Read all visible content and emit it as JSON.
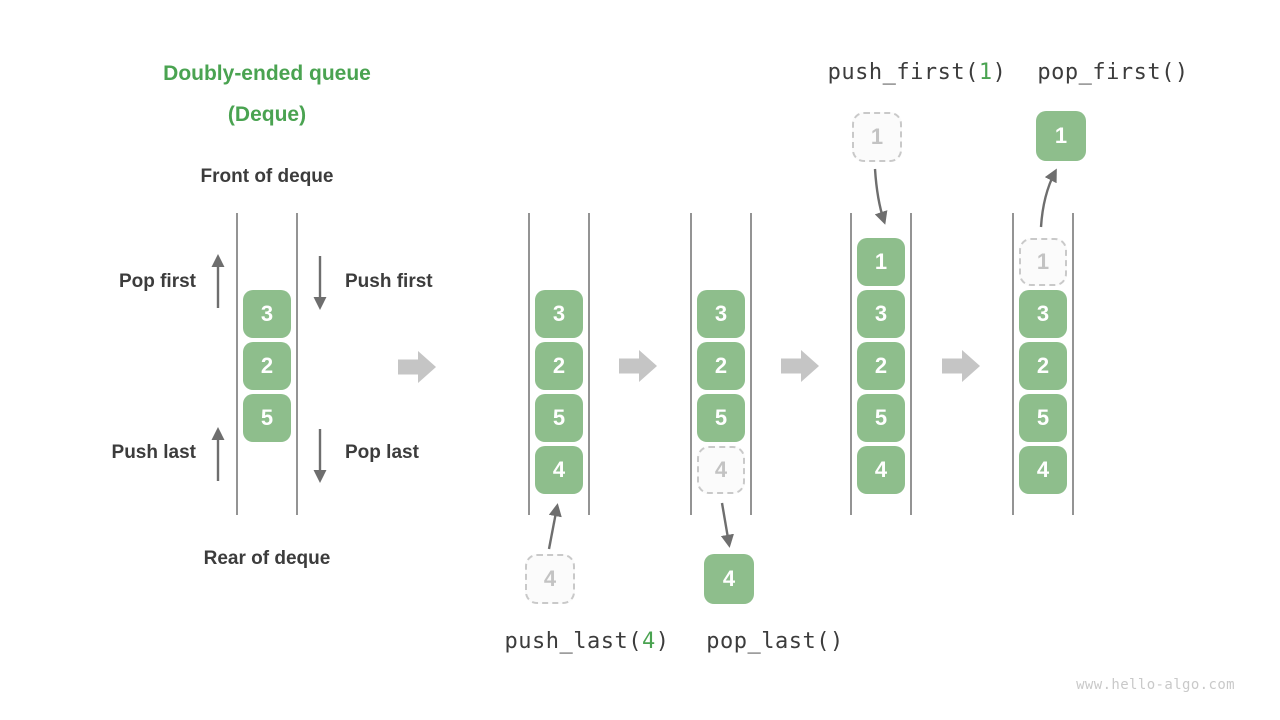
{
  "title": {
    "line1": "Doubly-ended queue",
    "line2": "(Deque)"
  },
  "front_label": "Front of deque",
  "rear_label": "Rear of deque",
  "side_ops": {
    "pop_first": "Pop first",
    "push_first": "Push first",
    "push_last": "Push last",
    "pop_last": "Pop last"
  },
  "code_ops": {
    "push_first": {
      "pre": "push_first(",
      "arg": "1",
      "post": ")"
    },
    "pop_first": {
      "text": "pop_first()"
    },
    "push_last": {
      "pre": "push_last(",
      "arg": "4",
      "post": ")"
    },
    "pop_last": {
      "text": "pop_last()"
    }
  },
  "queues": {
    "initial": {
      "cells": [
        "3",
        "2",
        "5"
      ]
    },
    "push_last": {
      "cells": [
        "3",
        "2",
        "5",
        "4"
      ],
      "incoming": "4"
    },
    "pop_last": {
      "cells": [
        "3",
        "2",
        "5"
      ],
      "ghost": "4",
      "outgoing": "4"
    },
    "push_first": {
      "cells": [
        "1",
        "3",
        "2",
        "5",
        "4"
      ],
      "incoming": "1"
    },
    "pop_first": {
      "cells": [
        "3",
        "2",
        "5",
        "4"
      ],
      "ghost": "1",
      "outgoing": "1"
    }
  },
  "watermark": "www.hello-algo.com",
  "colors": {
    "title_green": "#4aa351",
    "cell_green": "#8ebe8c",
    "code_arg_green": "#4aa351",
    "text_dark": "#3c3c3c",
    "wall_gray": "#949494",
    "arrow_gray": "#6e6e6e",
    "transition_gray": "#c5c5c5",
    "ghost_border": "#c9c9c9",
    "ghost_text": "#c3c3c3",
    "watermark_gray": "#c9c9c9"
  }
}
